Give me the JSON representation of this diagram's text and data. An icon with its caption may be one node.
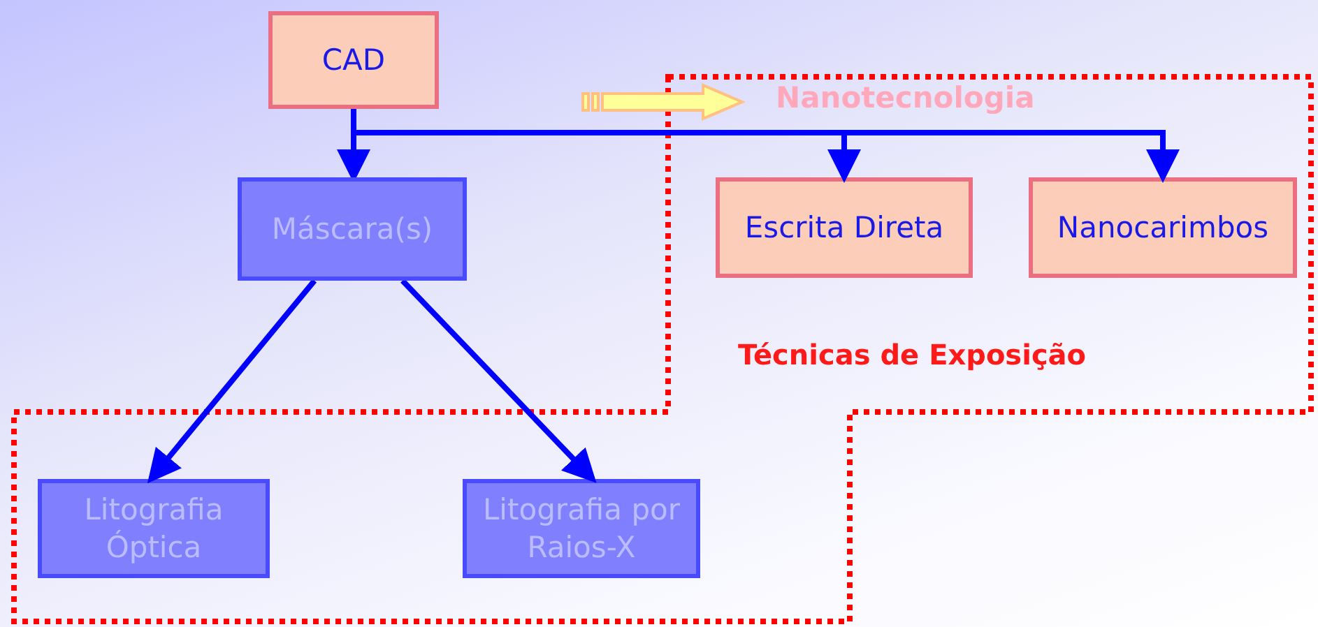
{
  "diagram": {
    "nodes": [
      {
        "text": [
          "CAD"
        ]
      },
      {
        "text": [
          "Máscara(s)"
        ]
      },
      {
        "text": [
          "Técnicas de Exposição"
        ]
      },
      {
        "text": [
          "Escrita Direta"
        ],
        "in": 2
      },
      {
        "text": [
          "Nanocarimbos"
        ],
        "in": 2
      },
      {
        "text": [
          "Litografia Óptica"
        ],
        "in": 2
      },
      {
        "text": [
          "Litografia por Raios-X"
        ],
        "in": 2
      }
    ],
    "edges": [
      {
        "from": 0,
        "to": 1,
        "arrow": "to"
      },
      {
        "from": 0,
        "to": 3,
        "arrow": "to"
      },
      {
        "from": 0,
        "to": 4,
        "arrow": "to"
      },
      {
        "from": 1,
        "to": 5,
        "arrow": "to"
      },
      {
        "from": 1,
        "to": 6,
        "arrow": "to"
      }
    ],
    "labels": [
      "Nanotecnologia"
    ]
  }
}
